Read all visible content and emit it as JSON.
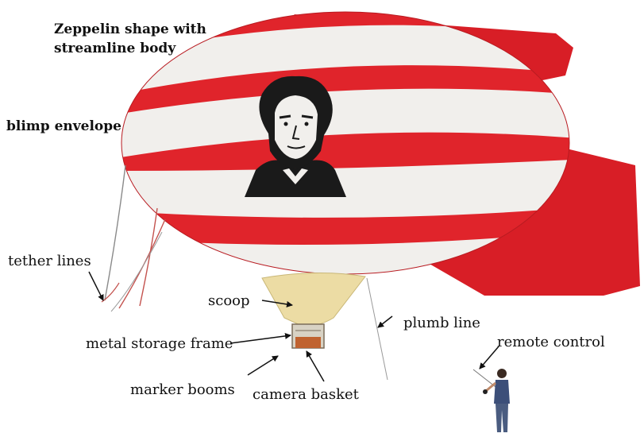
{
  "colors": {
    "stripe_red": "#e0242b",
    "stripe_white": "#f1efec",
    "fin_red": "#d81e26",
    "scoop": "#ecdca4",
    "portrait": "#1a1a1a",
    "line": "#111111"
  },
  "labels": {
    "title_line1": "Zeppelin shape with",
    "title_line2": "streamline body",
    "blimp_envelope": "blimp envelope",
    "tether_lines": "tether lines",
    "scoop": "scoop",
    "metal_storage_frame": "metal storage frame",
    "marker_booms": "marker booms",
    "camera_basket": "camera basket",
    "plumb_line": "plumb line",
    "remote_control": "remote control"
  },
  "icons": {
    "portrait": "portrait-icon",
    "operator": "person-icon"
  }
}
